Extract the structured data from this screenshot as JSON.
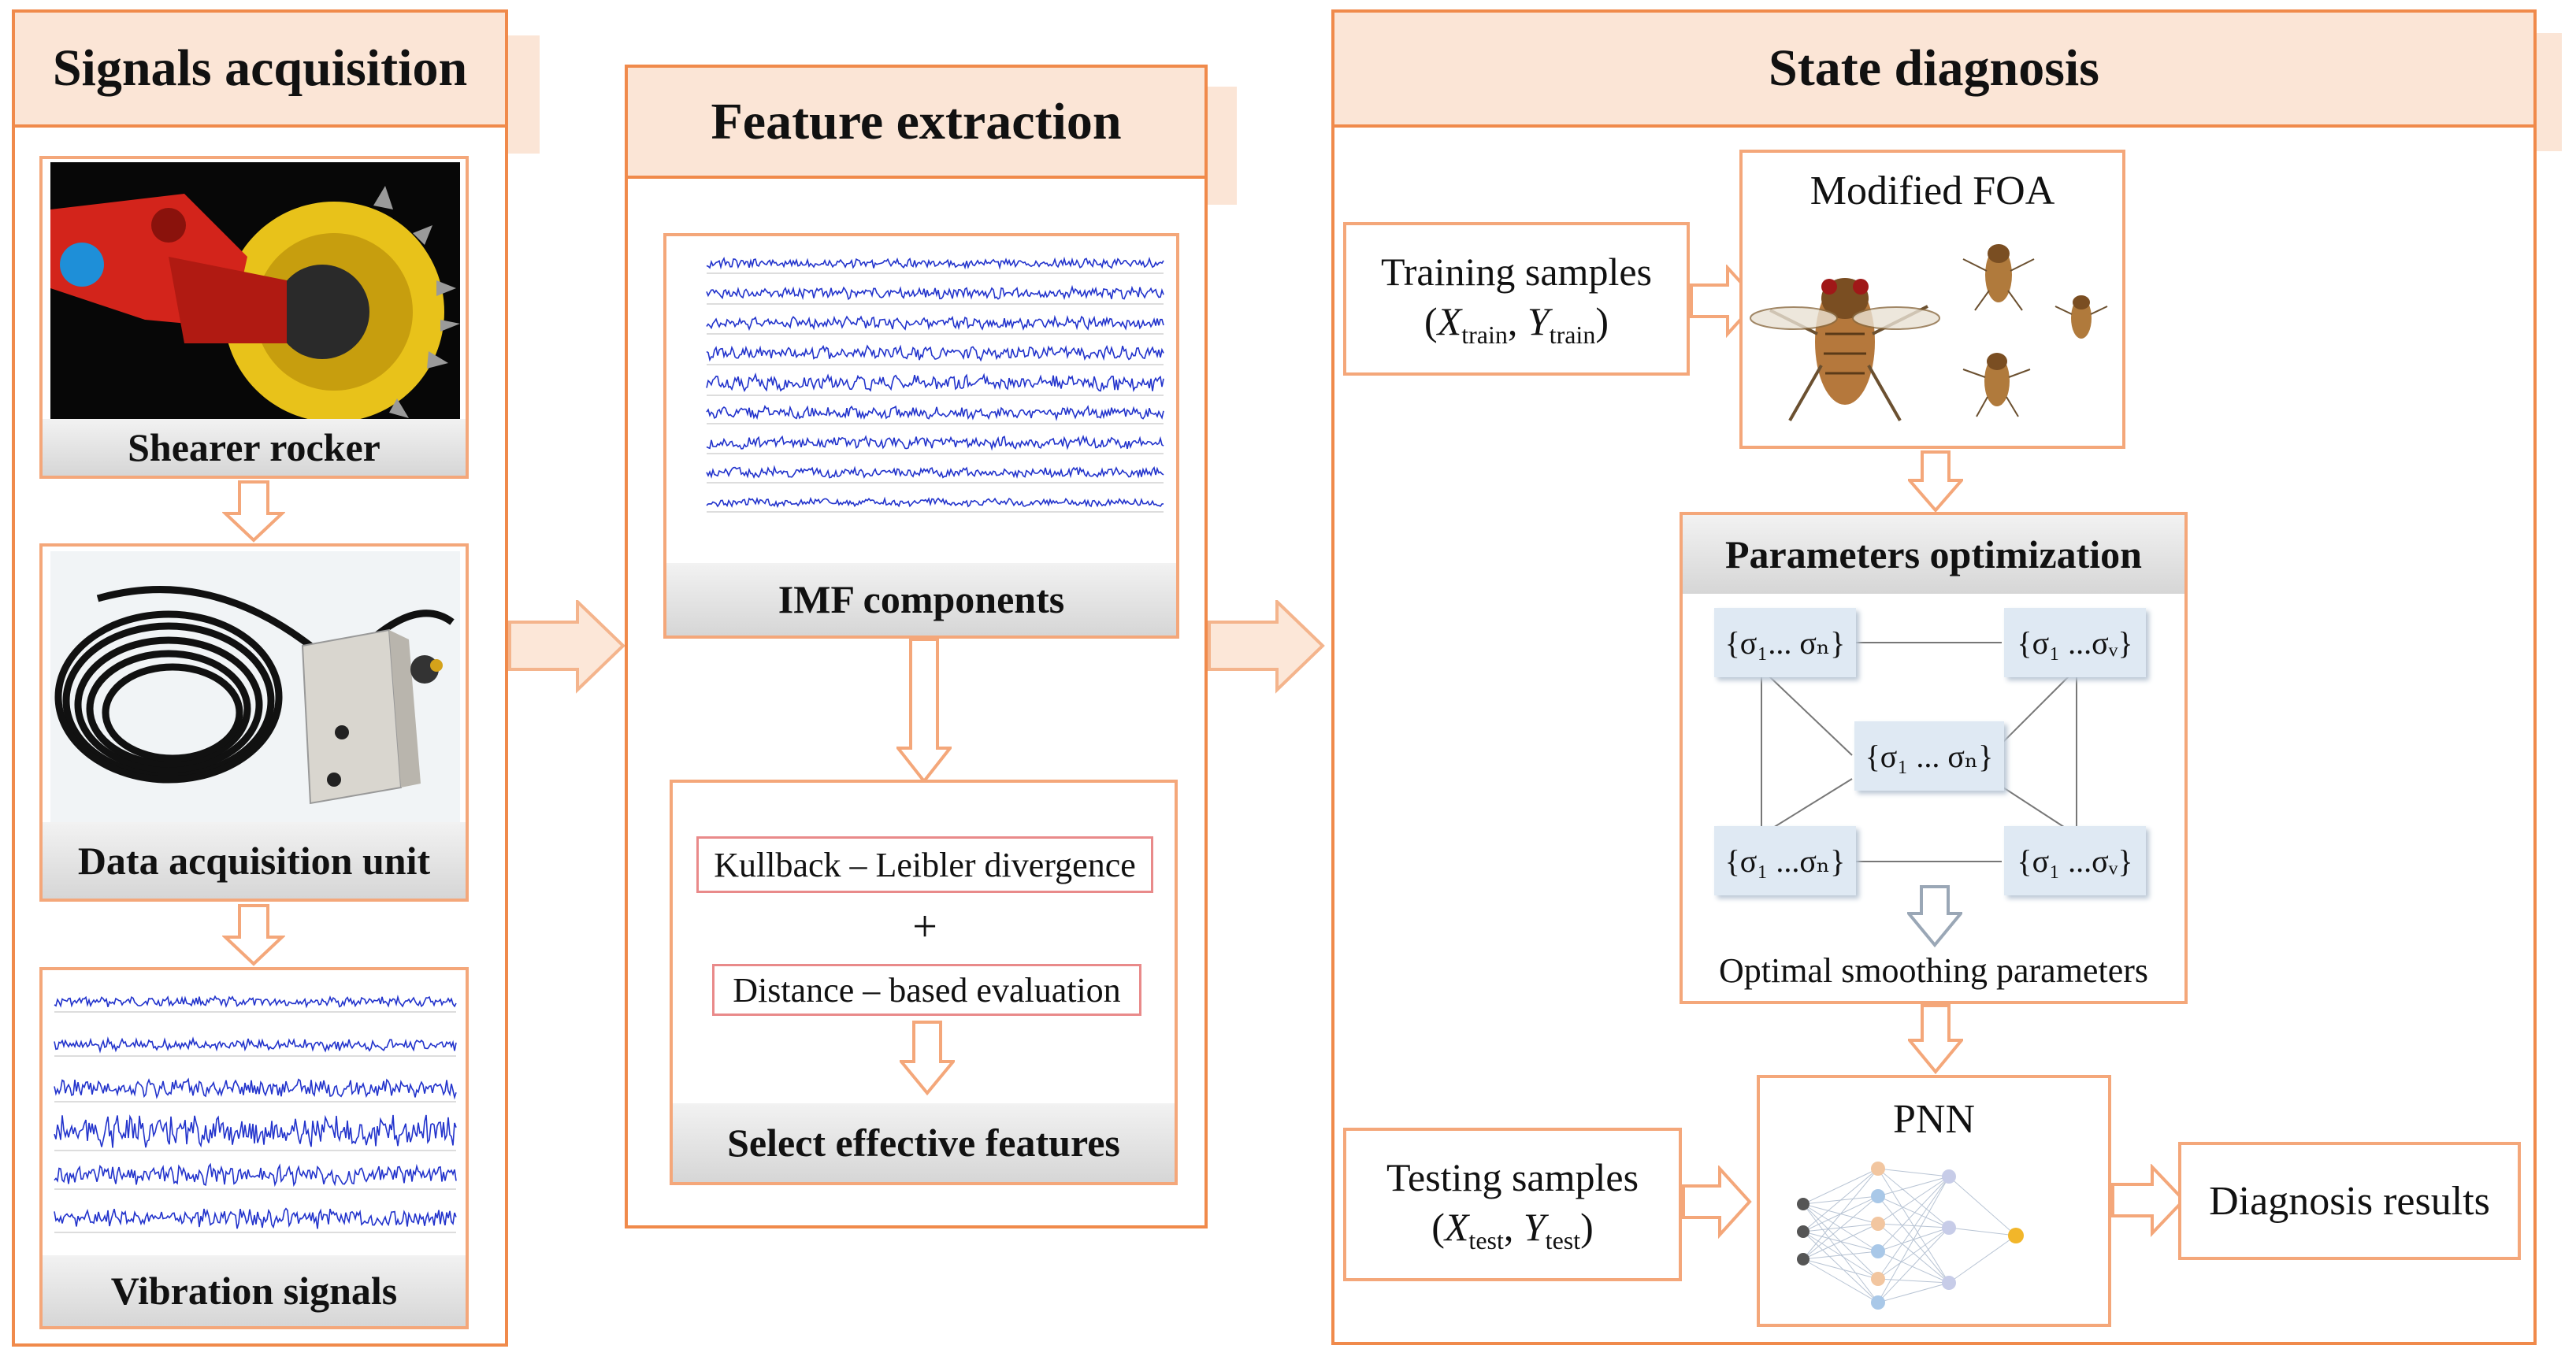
{
  "stages": {
    "acquisition": "Signals acquisition",
    "extraction": "Feature extraction",
    "diagnosis": "State diagnosis"
  },
  "acquisition": {
    "shearer": "Shearer rocker",
    "daq": "Data acquisition unit",
    "vibration": "Vibration signals"
  },
  "extraction": {
    "imf": "IMF components",
    "kl": "Kullback – Leibler divergence",
    "plus": "+",
    "distance": "Distance – based evaluation",
    "select": "Select effective features"
  },
  "diagnosis": {
    "foa": "Modified FOA",
    "params_title": "Parameters optimization",
    "optimal": "Optimal smoothing parameters",
    "pnn": "PNN",
    "results": "Diagnosis results",
    "training_line1": "Training  samples",
    "training_x": "X",
    "training_xsub": "train",
    "training_y": "Y",
    "training_ysub": "train",
    "testing_line1": "Testing  samples",
    "testing_x": "X",
    "testing_xsub": "test",
    "testing_y": "Y",
    "testing_ysub": "test",
    "sigma_n": "{σ₁... σₙ}",
    "sigma_v": "{σ₁ ...σᵥ}",
    "sigma_center": "{σ₁ ... σₙ}",
    "sigma_bl": "{σ₁ ...σₙ}",
    "sigma_br": "{σ₁ ...σᵥ}"
  },
  "colors": {
    "accent": "#f08a4b",
    "header_fill": "#fbe5d6",
    "signal": "#2233cc"
  }
}
